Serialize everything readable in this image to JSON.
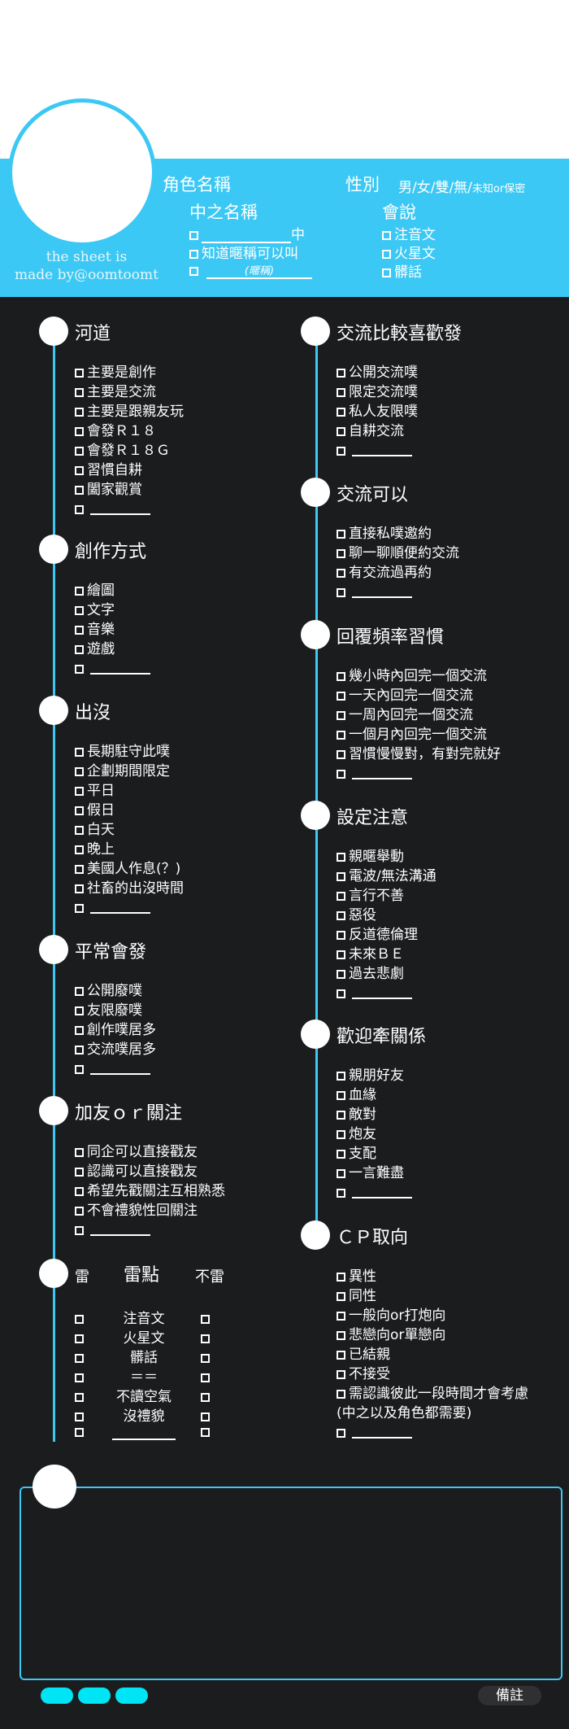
{
  "header": {
    "role_name": "角色名稱",
    "gender_label": "性別",
    "gender_options": "男/女/雙/無/",
    "gender_extra": "未知or保密",
    "player_name": "中之名稱",
    "player_suffix": "中",
    "nickname_ok": "知道暱稱可以叫",
    "nickname_hint": "(暱稱)",
    "lang_label": "會說",
    "langs": [
      "注音文",
      "火星文",
      "髒話"
    ],
    "credit_line1": "the sheet is",
    "credit_line2": "made by@oomtoomt"
  },
  "left": {
    "sections": [
      {
        "title": "河道",
        "items": [
          "主要是創作",
          "主要是交流",
          "主要是跟親友玩",
          "會發Ｒ１８",
          "會發Ｒ１８Ｇ",
          "習慣自耕",
          "闔家觀賞"
        ]
      },
      {
        "title": "創作方式",
        "items": [
          "繪圖",
          "文字",
          "音樂",
          "遊戲"
        ]
      },
      {
        "title": "出沒",
        "items": [
          "長期駐守此噗",
          "企劃期間限定",
          "平日",
          "假日",
          "白天",
          "晚上",
          "美國人作息(？)",
          "社畜的出沒時間"
        ]
      },
      {
        "title": "平常會發",
        "items": [
          "公開廢噗",
          "友限廢噗",
          "創作噗居多",
          "交流噗居多"
        ]
      },
      {
        "title": "加友ｏｒ關注",
        "items": [
          "同企可以直接戳友",
          "認識可以直接戳友",
          "希望先戳關注互相熟悉",
          "不會禮貌性回關注"
        ]
      }
    ],
    "landmine": {
      "col_yes": "雷",
      "title": "雷點",
      "col_no": "不雷",
      "rows": [
        "注音文",
        "火星文",
        "髒話",
        "＝＝",
        "不讀空氣",
        "沒禮貌"
      ]
    }
  },
  "right": {
    "sections": [
      {
        "title": "交流比較喜歡發",
        "items": [
          "公開交流噗",
          "限定交流噗",
          "私人友限噗",
          "自耕交流"
        ]
      },
      {
        "title": "交流可以",
        "items": [
          "直接私噗邀約",
          "聊一聊順便約交流",
          "有交流過再約"
        ]
      },
      {
        "title": "回覆頻率習慣",
        "items": [
          "幾小時內回完一個交流",
          "一天內回完一個交流",
          "一周內回完一個交流",
          "一個月內回完一個交流",
          "習慣慢慢對，有對完就好"
        ]
      },
      {
        "title": "設定注意",
        "items": [
          "親暱舉動",
          "電波/無法溝通",
          "言行不善",
          "惡役",
          "反道德倫理",
          "未來ＢＥ",
          "過去悲劇"
        ]
      },
      {
        "title": "歡迎牽關係",
        "items": [
          "親朋好友",
          "血緣",
          "敵對",
          "炮友",
          "支配",
          "一言難盡"
        ]
      },
      {
        "title": "ＣＰ取向",
        "items": [
          "異性",
          "同性",
          "一般向or打炮向",
          "悲戀向or單戀向",
          "已結親",
          "不接受",
          "需認識彼此一段時間才會考慮",
          "(中之以及角色都需要)"
        ]
      }
    ]
  },
  "memo": {
    "label": "備註"
  },
  "colors": {
    "accent": "#3cc8f4",
    "background": "#1b1c1e",
    "pill": "#00e5f5"
  }
}
